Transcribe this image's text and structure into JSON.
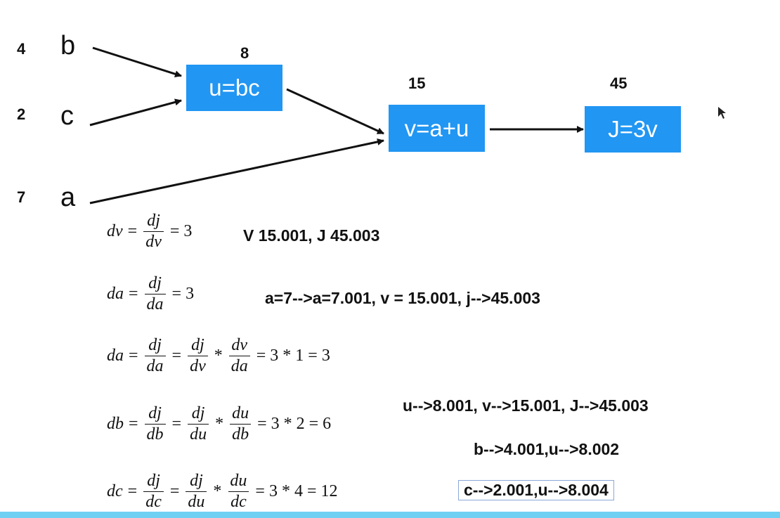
{
  "colors": {
    "box": "#2196f3",
    "bottom_bar": "#6fd0f3"
  },
  "inputs": {
    "b": {
      "name": "b",
      "value": "4"
    },
    "c": {
      "name": "c",
      "value": "2"
    },
    "a": {
      "name": "a",
      "value": "7"
    }
  },
  "nodes": {
    "u": {
      "label": "u=bc",
      "value": "8"
    },
    "v": {
      "label": "v=a+u",
      "value": "15"
    },
    "j": {
      "label": "J=3v",
      "value": "45"
    }
  },
  "equations": {
    "dv": {
      "lhs": "dv",
      "eq": "=",
      "num": "dj",
      "den": "dv",
      "rhs": "= 3"
    },
    "da1": {
      "lhs": "da",
      "eq": "=",
      "num": "dj",
      "den": "da",
      "rhs": "= 3"
    },
    "da2": {
      "lhs": "da",
      "eq": "=",
      "num1": "dj",
      "den1": "da",
      "eq2": "=",
      "num2": "dj",
      "den2": "dv",
      "mul": "*",
      "num3": "dv",
      "den3": "da",
      "rhs": "= 3 * 1 = 3"
    },
    "db": {
      "lhs": "db",
      "eq": "=",
      "num1": "dj",
      "den1": "db",
      "eq2": "=",
      "num2": "dj",
      "den2": "du",
      "mul": "*",
      "num3": "du",
      "den3": "db",
      "rhs": "= 3 * 2 = 6"
    },
    "dc": {
      "lhs": "dc",
      "eq": "=",
      "num1": "dj",
      "den1": "dc",
      "eq2": "=",
      "num2": "dj",
      "den2": "du",
      "mul": "*",
      "num3": "du",
      "den3": "dc",
      "rhs": "= 3 * 4 = 12"
    }
  },
  "notes": {
    "n1": "V 15.001, J 45.003",
    "n2": "a=7-->a=7.001,  v = 15.001, j-->45.003",
    "n3": "u-->8.001, v-->15.001, J-->45.003",
    "n4": "b-->4.001,u-->8.002",
    "n5": "c-->2.001,u-->8.004"
  }
}
